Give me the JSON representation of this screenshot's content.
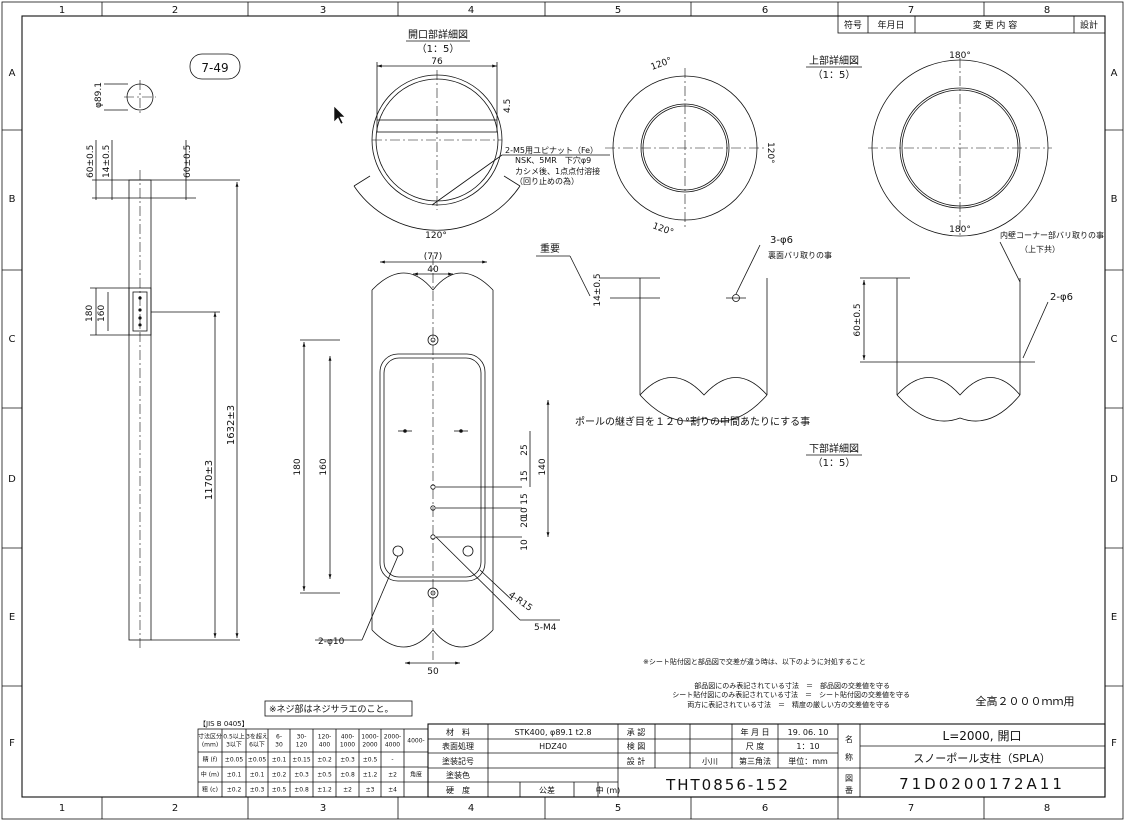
{
  "border": {
    "cols_top": [
      "1",
      "2",
      "3",
      "4",
      "5",
      "6",
      "7",
      "8"
    ],
    "cols_bottom": [
      "1",
      "2",
      "3",
      "4",
      "5",
      "6",
      "7",
      "8"
    ],
    "rows": [
      "A",
      "B",
      "C",
      "D",
      "E",
      "F"
    ]
  },
  "revision_header": {
    "symbol": "符号",
    "date": "年月日",
    "content": "変 更 内 容",
    "design": "設計"
  },
  "item_no": "7-49",
  "pipe_dia": "φ89.1",
  "total_height": "1632±3",
  "upper_section": "1170±3",
  "side_dims": {
    "d60a": "60±0.5",
    "d14": "14±0.5",
    "d60b": "60±0.5",
    "d180": "180",
    "d160": "160"
  },
  "opening_detail": {
    "title": "開口部詳細図",
    "scale": "（1：5）",
    "w76": "76",
    "d45": "4.5",
    "angle": "120°",
    "note1": "2-M5用ユピナット（Fe）",
    "note2": "NSK、5MR　下穴φ9",
    "note3": "カシメ後、1点点付溶接",
    "note4": "（回り止めの為）"
  },
  "top_detail": {
    "title": "上部詳細図",
    "scale": "（1：5）",
    "a120a": "120°",
    "a120b": "120°",
    "a120c": "120°",
    "a180a": "180°",
    "a180b": "180°"
  },
  "front_view": {
    "w77": "(77)",
    "w40": "40",
    "h180": "180",
    "h160": "160",
    "h140": "140",
    "v25": "25",
    "v15a": "15",
    "v15b": "15",
    "v20": "20",
    "v10a": "10",
    "v10b": "10",
    "r15": "4-R15",
    "m4": "5-M4",
    "hole10": "2-φ10",
    "w50": "50"
  },
  "bottom_detail": {
    "important": "重要",
    "d14": "14±0.5",
    "hole6": "3-φ6",
    "burr": "裏面バリ取りの事",
    "d60": "60±0.5",
    "inner_burr": "内壁コーナー部バリ取りの事",
    "both": "（上下共）",
    "hole6b": "2-φ6",
    "seam_note": "ポールの継ぎ目を１２０°割りの中間あたりにする事",
    "title": "下部詳細図",
    "scale": "（1：5）"
  },
  "screw_note": "※ネジ部はネジサラエのこと。",
  "notes": {
    "n0": "※シート貼付図と部品図で交差が違う時は、以下のように対処すること",
    "n1": "部品図にのみ表記されている寸法　＝　部品図の交差値を守る",
    "n2": "シート貼付図にのみ表記されている寸法　＝　シート貼付図の交差値を守る",
    "n3": "両方に表記されている寸法　＝　精度の厳しい方の交差値を守る"
  },
  "overall": "全高２０００ｍｍ用",
  "tolerance_table": {
    "title": "【JIS B 0405】",
    "header": [
      "寸法区分\n(mm)",
      "0.5以上\n3以下",
      "3を超え\n6以下",
      "6-\n30",
      "30-\n120",
      "120-\n400",
      "400-\n1000",
      "1000-\n2000",
      "2000-\n4000",
      "4000-"
    ],
    "rows": [
      [
        "精 (f)",
        "±0.05",
        "±0.05",
        "±0.1",
        "±0.15",
        "±0.2",
        "±0.3",
        "±0.5",
        "-",
        ""
      ],
      [
        "中 (m)",
        "±0.1",
        "±0.1",
        "±0.2",
        "±0.3",
        "±0.5",
        "±0.8",
        "±1.2",
        "±2",
        "角度"
      ],
      [
        "粗 (c)",
        "±0.2",
        "±0.3",
        "±0.5",
        "±0.8",
        "±1.2",
        "±2",
        "±3",
        "±4",
        ""
      ]
    ]
  },
  "title_block": {
    "material_label": "材　料",
    "material": "STK400, φ89.1 t2.8",
    "surface_label": "表面処理",
    "surface": "HDZ40",
    "paint_label": "塗装記号",
    "paint_color_label": "塗装色",
    "hardness_label": "硬　度",
    "tolerance_label": "公差",
    "tolerance_value": "中 (m)",
    "approve": "承 認",
    "check": "検 図",
    "design": "設 計",
    "designer": "小川",
    "date_label": "年 月 日",
    "date": "19. 06. 10",
    "scale_label": "尺 度",
    "scale": "1：10",
    "projection": "第三角法",
    "unit": "単位：mm",
    "drawing_no": "THT0856-152",
    "name_label1": "名",
    "name_label2": "称",
    "name1": "L=2000, 開口",
    "name2": "スノーポール支柱（SPLA）",
    "fig_label1": "図",
    "fig_label2": "番",
    "fig_no": "71D0200172A11"
  }
}
